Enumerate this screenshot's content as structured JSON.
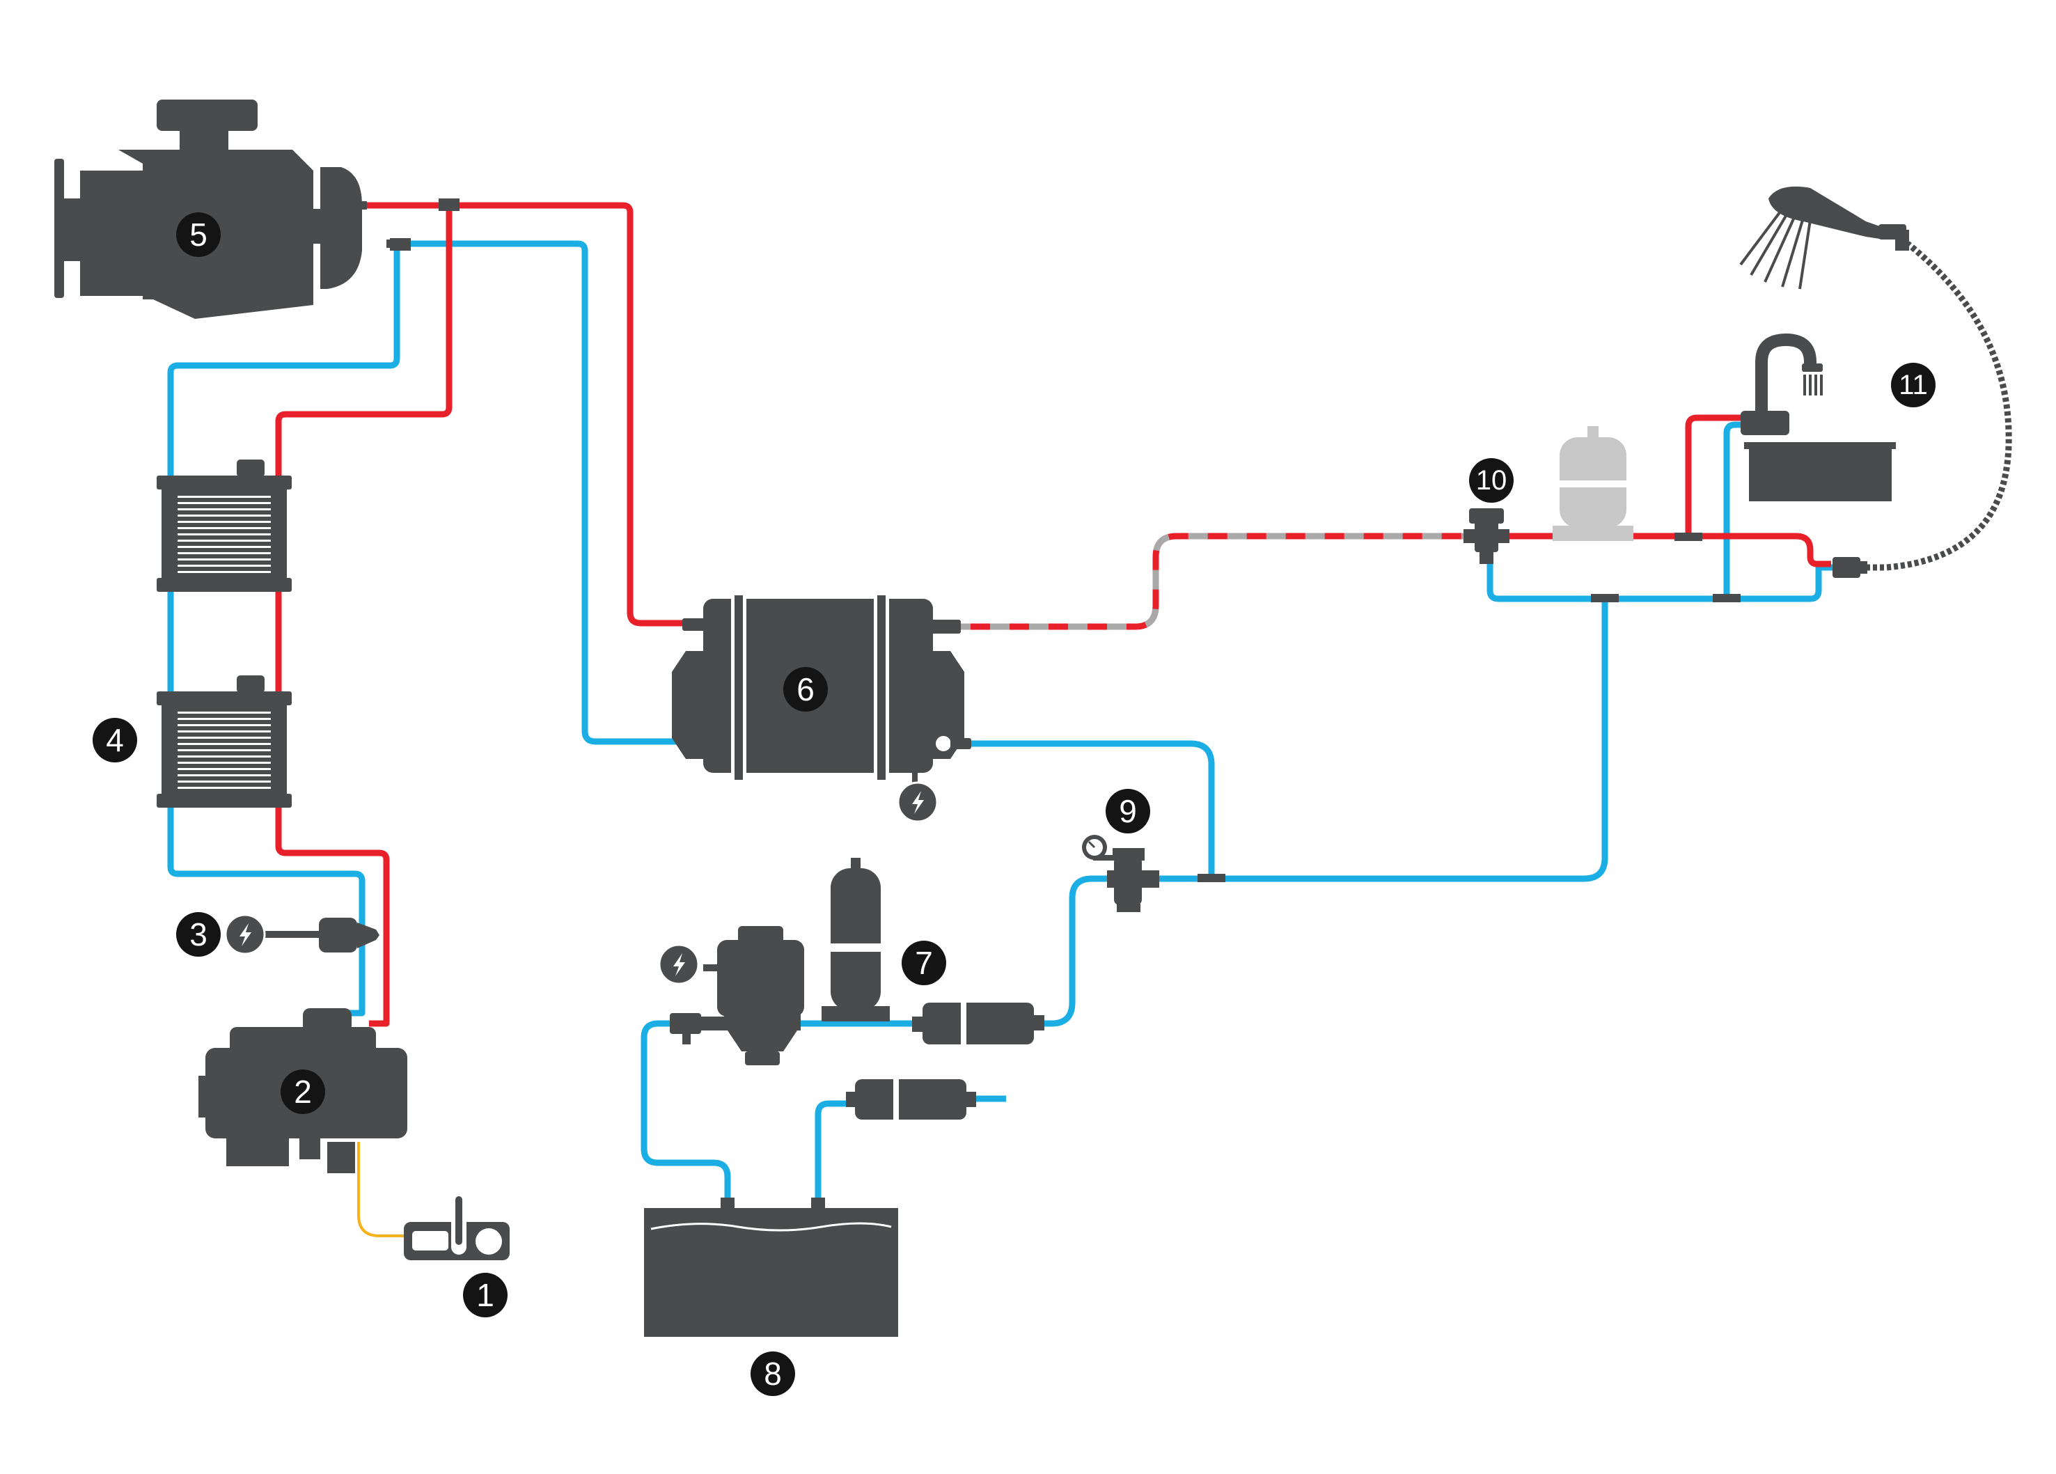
{
  "colors": {
    "hot": "#e8202a",
    "cold": "#1aaee5",
    "component": "#4a4b4d",
    "badge": "#141414",
    "fuel": "#f7b21b",
    "stripe": "#a9a9a9",
    "accumulator": "#c8c8c8"
  },
  "markers": [
    {
      "id": "marker-1",
      "label": "1"
    },
    {
      "id": "marker-2",
      "label": "2"
    },
    {
      "id": "marker-3",
      "label": "3"
    },
    {
      "id": "marker-4",
      "label": "4"
    },
    {
      "id": "marker-5",
      "label": "5"
    },
    {
      "id": "marker-6",
      "label": "6"
    },
    {
      "id": "marker-7",
      "label": "7"
    },
    {
      "id": "marker-8",
      "label": "8"
    },
    {
      "id": "marker-9",
      "label": "9"
    },
    {
      "id": "marker-10",
      "label": "10"
    },
    {
      "id": "marker-11",
      "label": "11"
    }
  ],
  "icons": [
    "electrical-connection-icon",
    "thermostat-control-icon",
    "pressure-gauge-icon",
    "shower-head-icon",
    "sink-tap-icon"
  ]
}
